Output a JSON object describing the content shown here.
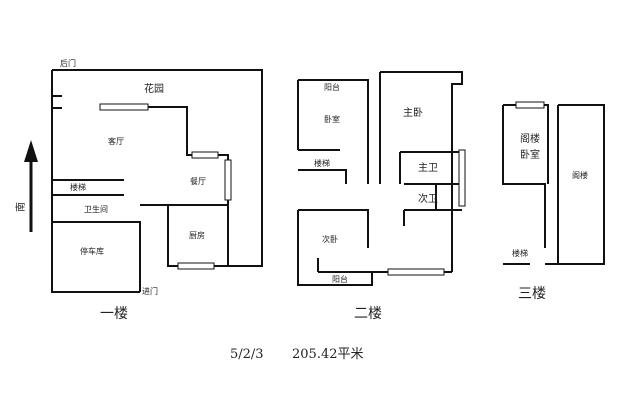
{
  "floor1": {
    "title": "一楼",
    "rooms": {
      "back_door": "后门",
      "garden": "花园",
      "living_room": "客厅",
      "dining_room": "餐厅",
      "stairs": "楼梯",
      "bathroom": "卫生间",
      "kitchen": "厨房",
      "garage": "停车库",
      "entrance": "进门"
    },
    "compass": "南"
  },
  "floor2": {
    "title": "二楼",
    "rooms": {
      "balcony_top": "阳台",
      "bedroom": "卧室",
      "master_bedroom": "主卧",
      "stairs": "楼梯",
      "master_bath": "主卫",
      "second_bath": "次卫",
      "second_bedroom": "次卧",
      "balcony_bottom": "阳台"
    }
  },
  "floor3": {
    "title": "三楼",
    "rooms": {
      "attic_bedroom_line1": "阁楼",
      "attic_bedroom_line2": "卧室",
      "attic": "阁楼",
      "stairs": "楼梯"
    }
  },
  "caption": {
    "layout": "5/2/3",
    "area": "205.42平米"
  }
}
